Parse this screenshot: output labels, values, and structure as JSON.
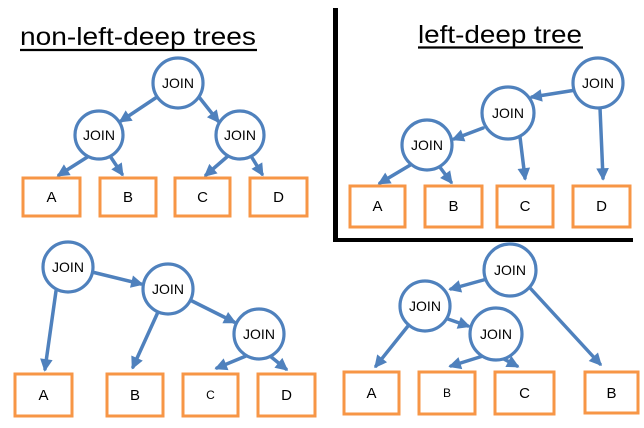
{
  "titles": {
    "non_left_deep": "non-left-deep trees",
    "left_deep": "left-deep tree"
  },
  "trees": {
    "balanced": {
      "nodes": [
        "JOIN",
        "JOIN",
        "JOIN"
      ],
      "leaves": [
        "A",
        "B",
        "C",
        "D"
      ]
    },
    "left_deep": {
      "nodes": [
        "JOIN",
        "JOIN",
        "JOIN"
      ],
      "leaves": [
        "A",
        "B",
        "C",
        "D"
      ]
    },
    "right_deep": {
      "nodes": [
        "JOIN",
        "JOIN",
        "JOIN"
      ],
      "leaves": [
        "A",
        "B",
        "C",
        "D"
      ]
    },
    "mixed": {
      "nodes": [
        "JOIN",
        "JOIN",
        "JOIN"
      ],
      "leaves": [
        "A",
        "B",
        "C",
        "B"
      ]
    }
  },
  "colors": {
    "join_node_stroke": "#4F81BD",
    "edge": "#4F81BD",
    "leaf_box_stroke": "#F79646",
    "text": "#000000",
    "divider": "#000000",
    "background": "#FFFFFF"
  }
}
